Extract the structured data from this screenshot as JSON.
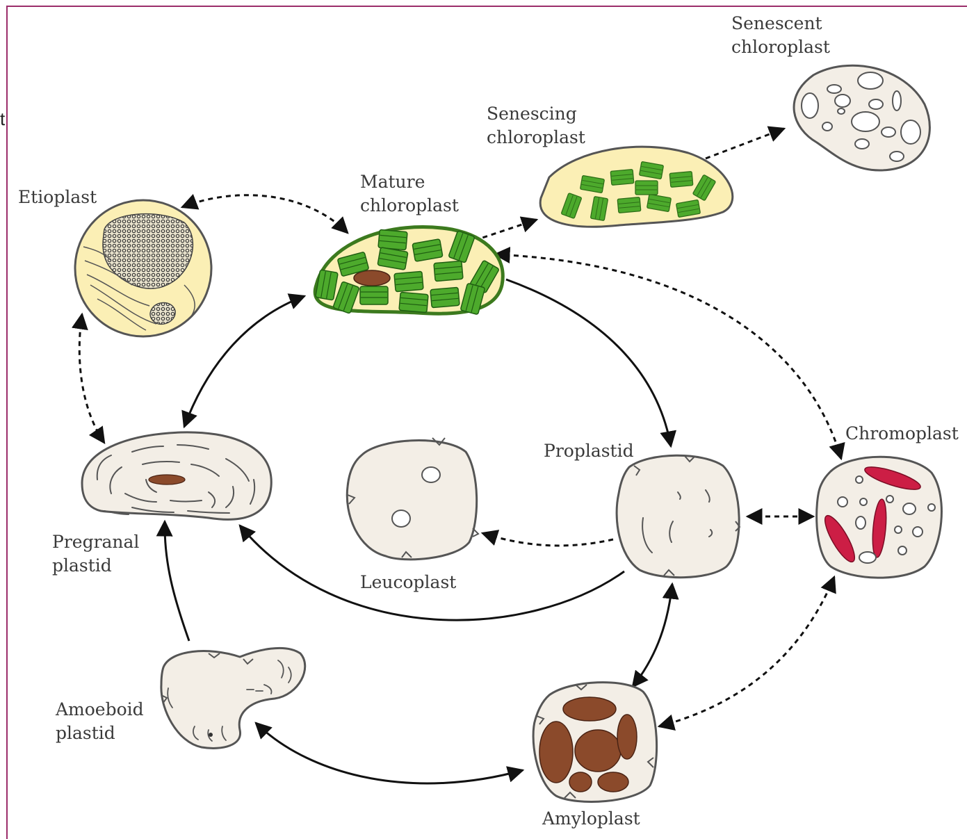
{
  "stray_text": "t",
  "labels": {
    "senescent": [
      "Senescent",
      "chloroplast"
    ],
    "senescing": [
      "Senescing",
      "chloroplast"
    ],
    "mature": [
      "Mature",
      "chloroplast"
    ],
    "etioplast": [
      "Etioplast"
    ],
    "chromoplast": [
      "Chromoplast"
    ],
    "proplastid": [
      "Proplastid"
    ],
    "leucoplast": [
      "Leucoplast"
    ],
    "pregranal": [
      "Pregranal",
      "plastid"
    ],
    "amoeboid": [
      "Amoeboid",
      "plastid"
    ],
    "amyloplast": [
      "Amyloplast"
    ]
  },
  "colors": {
    "frame": "#9b2d6a",
    "cytoplasm": "#f3eee6",
    "yellow_stroma": "#fbefb5",
    "thylakoid_green": "#4daa2c",
    "chloroplast_envelope": "#3c7a1e",
    "starch_brown": "#8b4a2b",
    "chromoplast_red": "#cc1e45"
  },
  "arrows": [
    {
      "from": "etioplast",
      "to": "mature chloroplast",
      "style": "dashed",
      "direction": "both"
    },
    {
      "from": "etioplast",
      "to": "pregranal plastid",
      "style": "dashed",
      "direction": "both"
    },
    {
      "from": "mature chloroplast",
      "to": "senescing chloroplast",
      "style": "dashed",
      "direction": "forward"
    },
    {
      "from": "senescing chloroplast",
      "to": "senescent chloroplast",
      "style": "dashed",
      "direction": "forward"
    },
    {
      "from": "chromoplast",
      "to": "mature chloroplast",
      "style": "dashed",
      "direction": "both"
    },
    {
      "from": "pregranal plastid",
      "to": "mature chloroplast",
      "style": "solid",
      "direction": "both"
    },
    {
      "from": "mature chloroplast",
      "to": "proplastid",
      "style": "solid",
      "direction": "forward"
    },
    {
      "from": "proplastid",
      "to": "leucoplast",
      "style": "dashed",
      "direction": "forward"
    },
    {
      "from": "proplastid",
      "to": "chromoplast",
      "style": "dashed",
      "direction": "both"
    },
    {
      "from": "proplastid",
      "to": "pregranal plastid",
      "style": "solid",
      "direction": "forward"
    },
    {
      "from": "proplastid",
      "to": "amyloplast",
      "style": "solid",
      "direction": "both"
    },
    {
      "from": "chromoplast",
      "to": "amyloplast",
      "style": "dashed",
      "direction": "both"
    },
    {
      "from": "amoeboid plastid",
      "to": "pregranal plastid",
      "style": "solid",
      "direction": "forward"
    },
    {
      "from": "amoeboid plastid",
      "to": "amyloplast",
      "style": "solid",
      "direction": "both"
    }
  ]
}
